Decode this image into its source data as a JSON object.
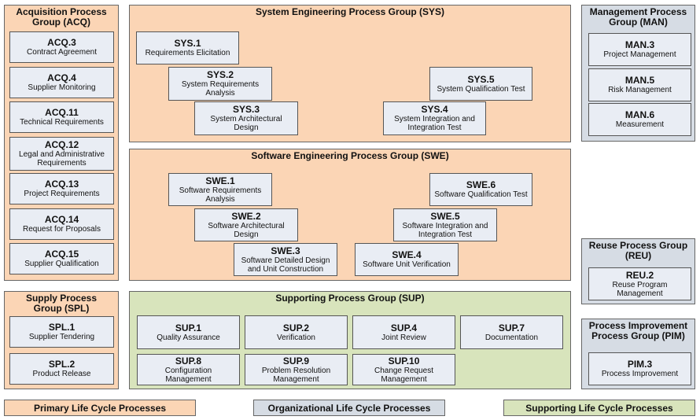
{
  "groups": {
    "acq": {
      "title": "Acquisition Process Group (ACQ)",
      "processes": [
        {
          "id": "ACQ.3",
          "name": "Contract Agreement"
        },
        {
          "id": "ACQ.4",
          "name": "Supplier Monitoring"
        },
        {
          "id": "ACQ.11",
          "name": "Technical Requirements"
        },
        {
          "id": "ACQ.12",
          "name": "Legal and Administrative Requirements"
        },
        {
          "id": "ACQ.13",
          "name": "Project Requirements"
        },
        {
          "id": "ACQ.14",
          "name": "Request for Proposals"
        },
        {
          "id": "ACQ.15",
          "name": "Supplier Qualification"
        }
      ]
    },
    "sys": {
      "title": "System Engineering Process Group (SYS)",
      "processes": [
        {
          "id": "SYS.1",
          "name": "Requirements Elicitation"
        },
        {
          "id": "SYS.2",
          "name": "System Requirements Analysis"
        },
        {
          "id": "SYS.3",
          "name": "System Architectural Design"
        },
        {
          "id": "SYS.4",
          "name": "System Integration and Integration Test"
        },
        {
          "id": "SYS.5",
          "name": "System Qualification Test"
        }
      ]
    },
    "swe": {
      "title": "Software Engineering Process Group (SWE)",
      "processes": [
        {
          "id": "SWE.1",
          "name": "Software Requirements Analysis"
        },
        {
          "id": "SWE.2",
          "name": "Software Architectural Design"
        },
        {
          "id": "SWE.3",
          "name": "Software Detailed Design and Unit Construction"
        },
        {
          "id": "SWE.4",
          "name": "Software Unit Verification"
        },
        {
          "id": "SWE.5",
          "name": "Software Integration and Integration Test"
        },
        {
          "id": "SWE.6",
          "name": "Software Qualification Test"
        }
      ]
    },
    "man": {
      "title": "Management Process Group (MAN)",
      "processes": [
        {
          "id": "MAN.3",
          "name": "Project Management"
        },
        {
          "id": "MAN.5",
          "name": "Risk Management"
        },
        {
          "id": "MAN.6",
          "name": "Measurement"
        }
      ]
    },
    "reu": {
      "title": "Reuse Process Group (REU)",
      "processes": [
        {
          "id": "REU.2",
          "name": "Reuse Program Management"
        }
      ]
    },
    "pim": {
      "title": "Process Improvement Process Group (PIM)",
      "processes": [
        {
          "id": "PIM.3",
          "name": "Process Improvement"
        }
      ]
    },
    "spl": {
      "title": "Supply Process Group (SPL)",
      "processes": [
        {
          "id": "SPL.1",
          "name": "Supplier Tendering"
        },
        {
          "id": "SPL.2",
          "name": "Product Release"
        }
      ]
    },
    "sup": {
      "title": "Supporting Process Group (SUP)",
      "processes": [
        {
          "id": "SUP.1",
          "name": "Quality Assurance"
        },
        {
          "id": "SUP.2",
          "name": "Verification"
        },
        {
          "id": "SUP.4",
          "name": "Joint Review"
        },
        {
          "id": "SUP.7",
          "name": "Documentation"
        },
        {
          "id": "SUP.8",
          "name": "Configuration Management"
        },
        {
          "id": "SUP.9",
          "name": "Problem Resolution Management"
        },
        {
          "id": "SUP.10",
          "name": "Change Request Management"
        }
      ]
    }
  },
  "legend": {
    "primary": "Primary Life Cycle Processes",
    "organizational": "Organizational Life Cycle Processes",
    "supporting": "Supporting Life Cycle Processes"
  },
  "colors": {
    "primary": "#fbd5b5",
    "organizational": "#d6dce4",
    "supporting": "#d8e4bc",
    "process_box": "#e9edf4"
  }
}
